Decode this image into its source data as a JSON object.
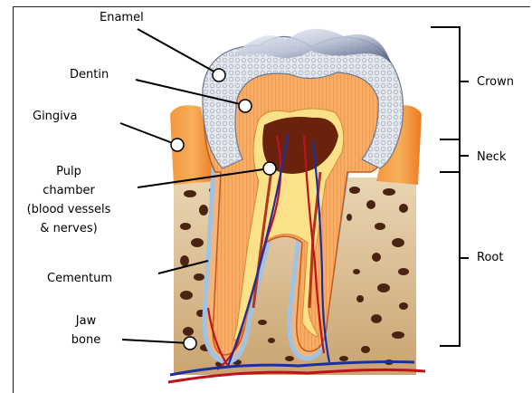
{
  "labels": {
    "enamel": "Enamel",
    "dentin": "Dentin",
    "gingiva": "Gingiva",
    "pulp": [
      "Pulp",
      "chamber",
      "(blood vessels",
      "& nerves)"
    ],
    "cementum": "Cementum",
    "jaw": [
      "Jaw",
      "bone"
    ],
    "crown": "Crown",
    "neck": "Neck",
    "root": "Root"
  },
  "colors": {
    "enamel": "#dfe3ea",
    "dentin": "#f3a35a",
    "pulp": "#7a2a10",
    "gingiva": "#f07a2a",
    "bone": "#d8b98a",
    "vessel_red": "#c0121a",
    "vessel_blue": "#1a2fa0"
  }
}
